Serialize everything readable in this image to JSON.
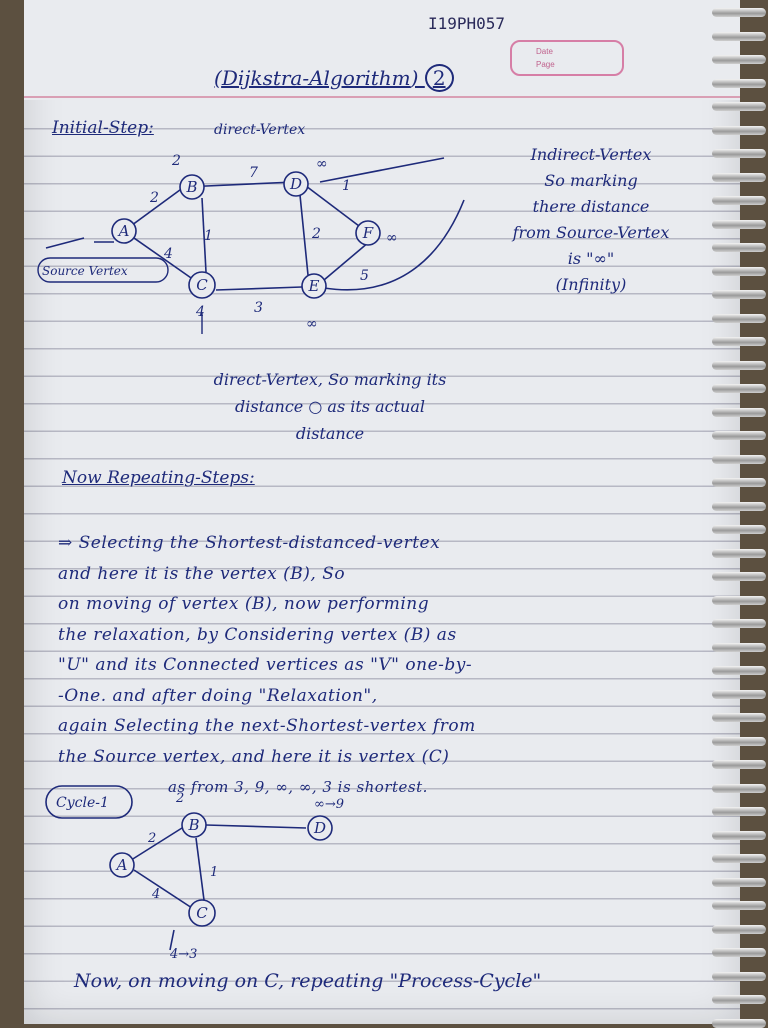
{
  "header": {
    "roll_no": "I19PH057",
    "date_label": "Date",
    "page_label": "Page"
  },
  "title": {
    "text": "Dijkstra-Algorithm",
    "number": "2"
  },
  "initial": {
    "heading": "Initial-Step:",
    "direct_label": "direct-Vertex",
    "source_label": "Source Vertex",
    "indirect_lines": [
      "Indirect-Vertex",
      "So marking",
      "there distance",
      "from Source-Vertex",
      "is \"∞\"",
      "(Infinity)"
    ],
    "direct_note_lines": [
      "direct-Vertex, So marking its",
      "distance  ○  as its actual",
      "distance"
    ]
  },
  "graph1": {
    "nodes": {
      "a": "A",
      "b": "B",
      "c": "C",
      "d": "D",
      "e": "E",
      "f": "F"
    },
    "weights": {
      "ab": "2",
      "ac": "4",
      "bd": "7",
      "bc": "1",
      "de": "2",
      "df": "1",
      "ef": "5",
      "ce": "3"
    },
    "dist": {
      "b": "2",
      "c": "4",
      "d": "∞",
      "e": "∞",
      "f": "∞"
    }
  },
  "repeat": {
    "heading": "Now Repeating-Steps:",
    "lines": [
      "⇒ Selecting the Shortest-distanced-vertex",
      "and here it is the vertex (B), So",
      "on moving of vertex (B), now performing",
      "the relaxation, by Considering vertex (B) as",
      "\"U\" and its Connected vertices as \"V\" one-by-",
      "-One. and after doing \"Relaxation\",",
      "again Selecting the next-Shortest-vertex from",
      "the Source vertex, and here it is vertex (C)",
      "as from 3, 9, ∞, ∞, 3 is shortest."
    ]
  },
  "cycle": {
    "label": "Cycle-1",
    "nodes": {
      "a": "A",
      "b": "B",
      "c": "C",
      "d": "D"
    },
    "weights": {
      "ab": "2",
      "ac": "4",
      "bc": "1"
    },
    "dist": {
      "b": "2",
      "d": "∞→9",
      "c": "4→3"
    }
  },
  "footer": {
    "text": "Now, on moving on C, repeating \"Process-Cycle\""
  }
}
